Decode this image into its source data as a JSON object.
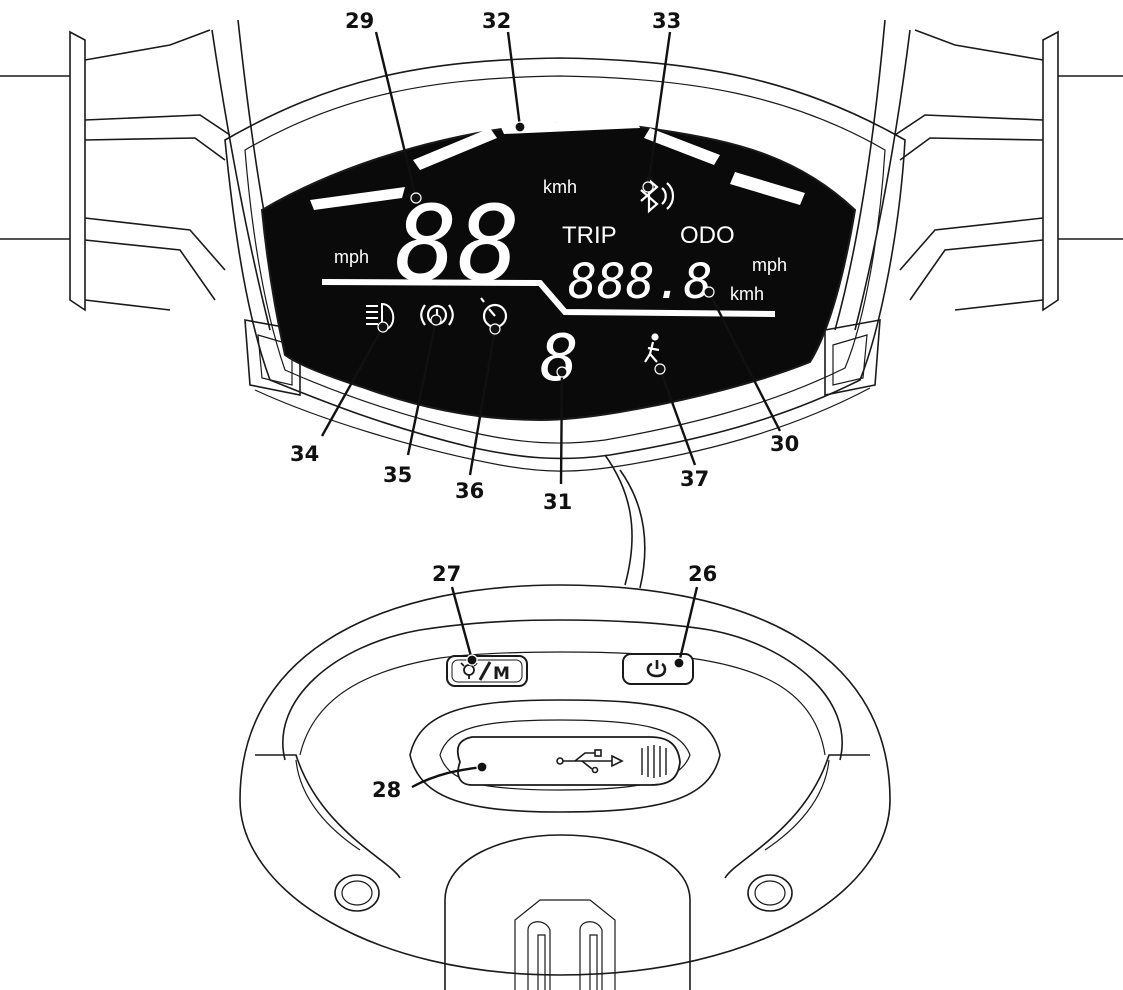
{
  "display": {
    "speed_digits": "88",
    "speed_unit_kmh": "kmh",
    "speed_unit_mph": "mph",
    "trip_label": "TRIP",
    "odo_label": "ODO",
    "odo_digits": "888.8",
    "odo_unit_mph": "mph",
    "odo_unit_kmh": "kmh",
    "gear_digit": "8"
  },
  "buttons": {
    "light_mode_label": "M"
  },
  "callouts": {
    "c26": "26",
    "c27": "27",
    "c28": "28",
    "c29": "29",
    "c30": "30",
    "c31": "31",
    "c32": "32",
    "c33": "33",
    "c34": "34",
    "c35": "35",
    "c36": "36",
    "c37": "37"
  },
  "icons": {
    "headlight": "headlight-icon",
    "brake_warning": "brake-warning-icon",
    "cruise": "cruise-control-icon",
    "walk": "walk-mode-icon",
    "bluetooth": "bluetooth-icon",
    "power": "power-icon",
    "light": "light-bulb-icon",
    "usb": "usb-icon"
  },
  "colors": {
    "lcd_background": "#0a0a0a",
    "segment_on": "#ffffff",
    "outline": "#1a1a1a"
  }
}
